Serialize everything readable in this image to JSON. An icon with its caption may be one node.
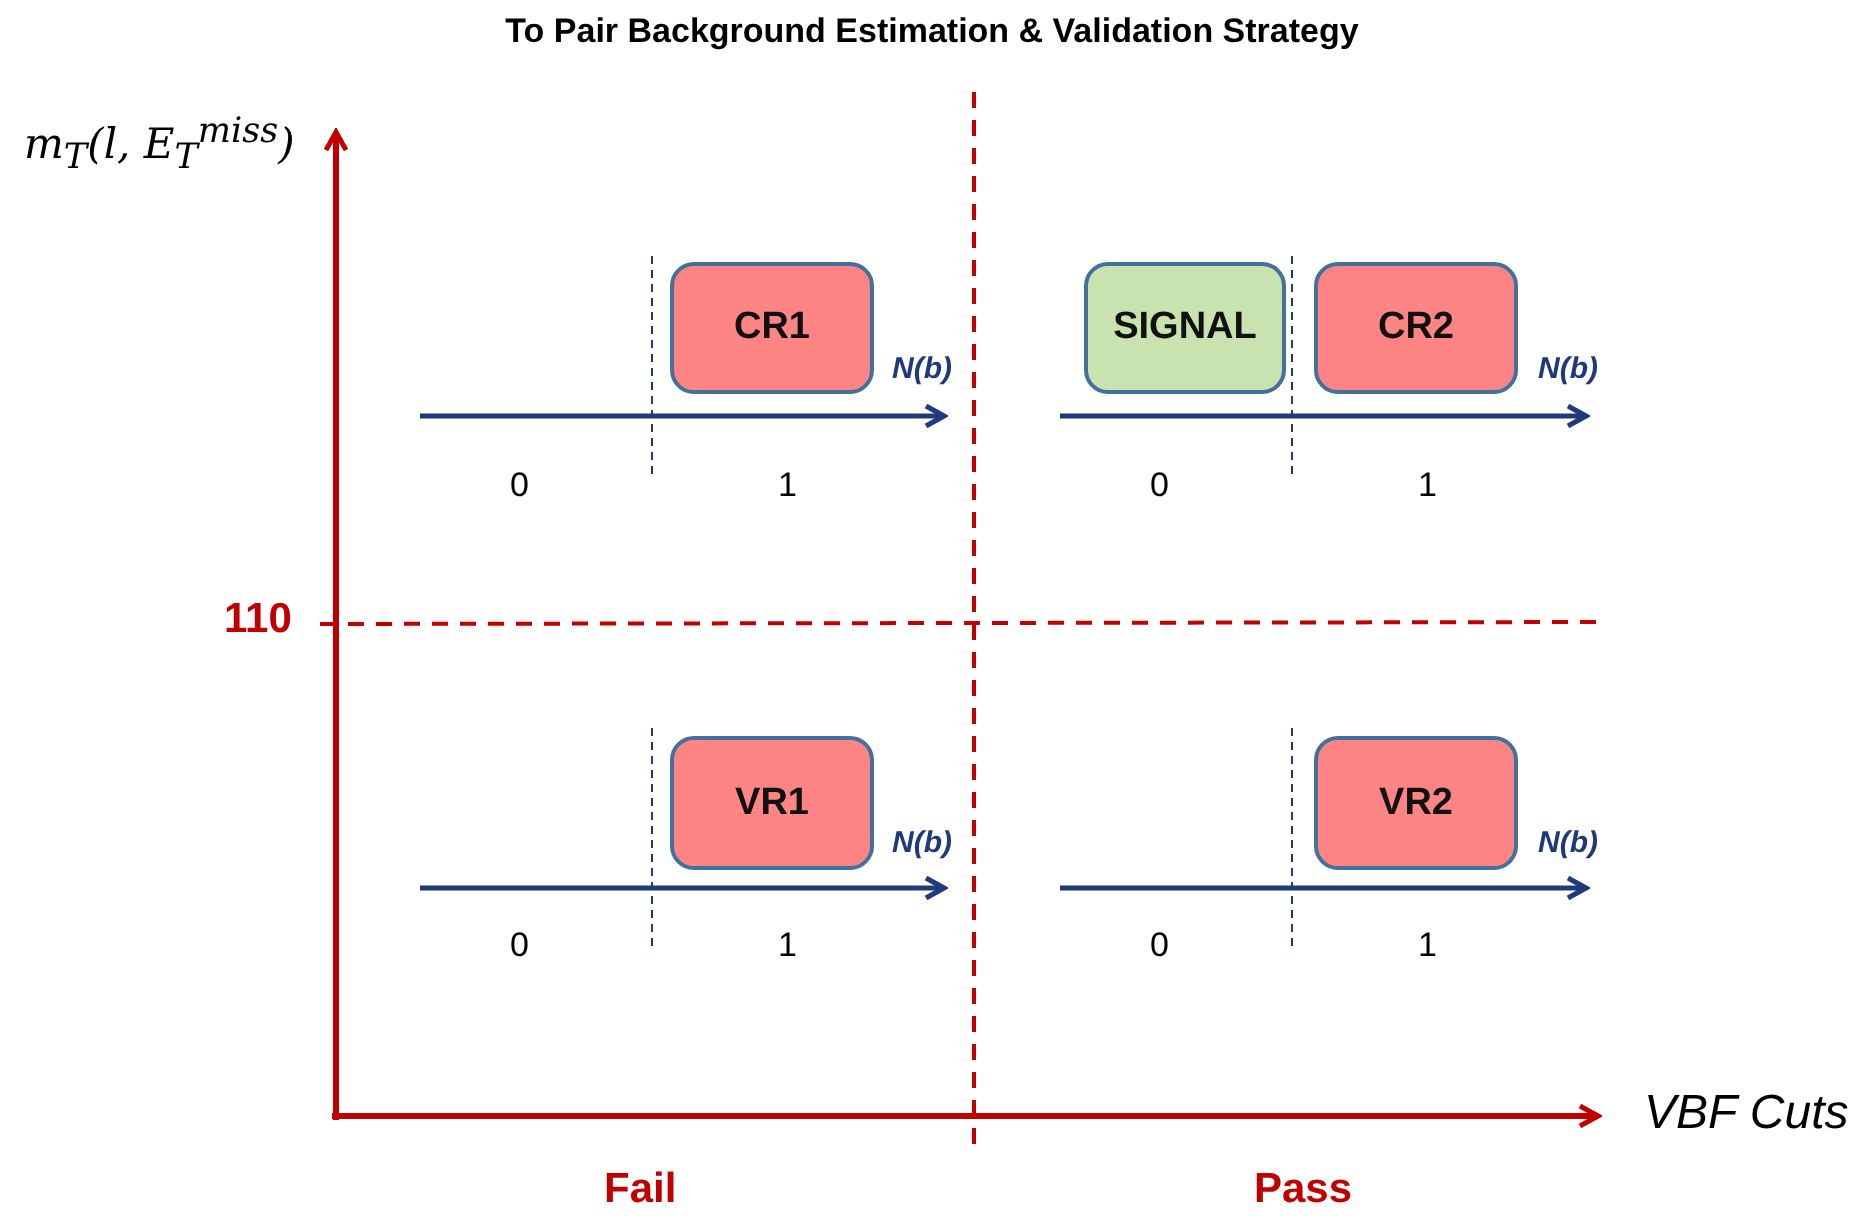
{
  "diagram": {
    "title": "To Pair Background Estimation & Validation Strategy",
    "nodes": [
      {
        "text": [
          "CR1"
        ]
      },
      {
        "text": [
          "SIGNAL"
        ]
      },
      {
        "text": [
          "CR2"
        ]
      },
      {
        "text": [
          "VR1"
        ]
      },
      {
        "text": [
          "VR2"
        ]
      }
    ],
    "labels": [
      "*m*$_{T}$(*l*, *E*$_{T}$$^{miss}$)",
      "N(b)",
      "N(b)",
      "0",
      "1",
      "0",
      "1",
      "110",
      "N(b)",
      "N(b)",
      "0",
      "1",
      "0",
      "1",
      "VBF Cuts",
      "Fail",
      "Pass"
    ]
  }
}
